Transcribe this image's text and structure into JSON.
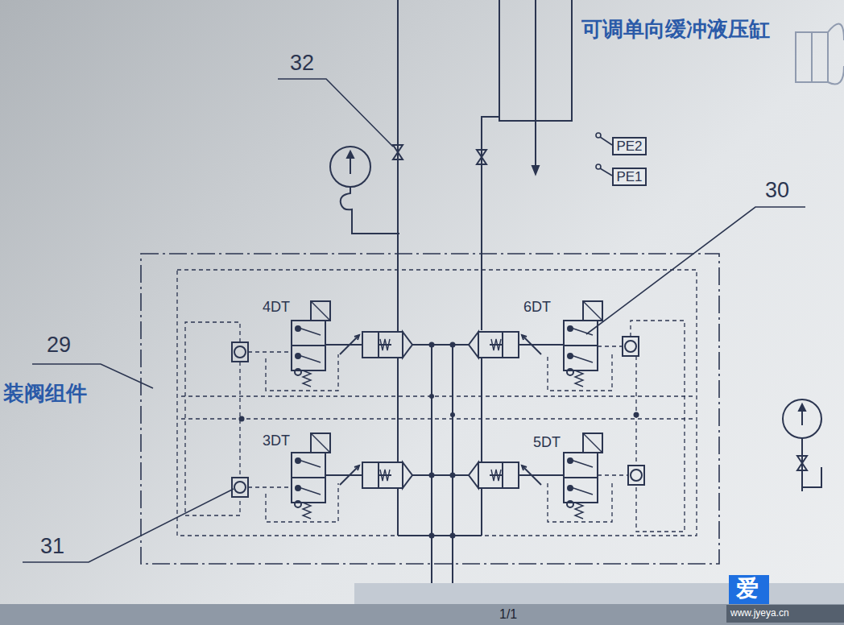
{
  "diagram": {
    "nodes": [
      {
        "text": [
          "PE2"
        ]
      },
      {
        "text": [
          "PE1"
        ]
      }
    ],
    "edges": [],
    "labels": [
      "可调单向缓冲液压缸",
      "32",
      "30",
      "29",
      "装阀组件",
      "4DT",
      "6DT",
      "3DT",
      "5DT",
      "31",
      "1/1",
      "爱",
      "www.jyeya.cn"
    ]
  }
}
